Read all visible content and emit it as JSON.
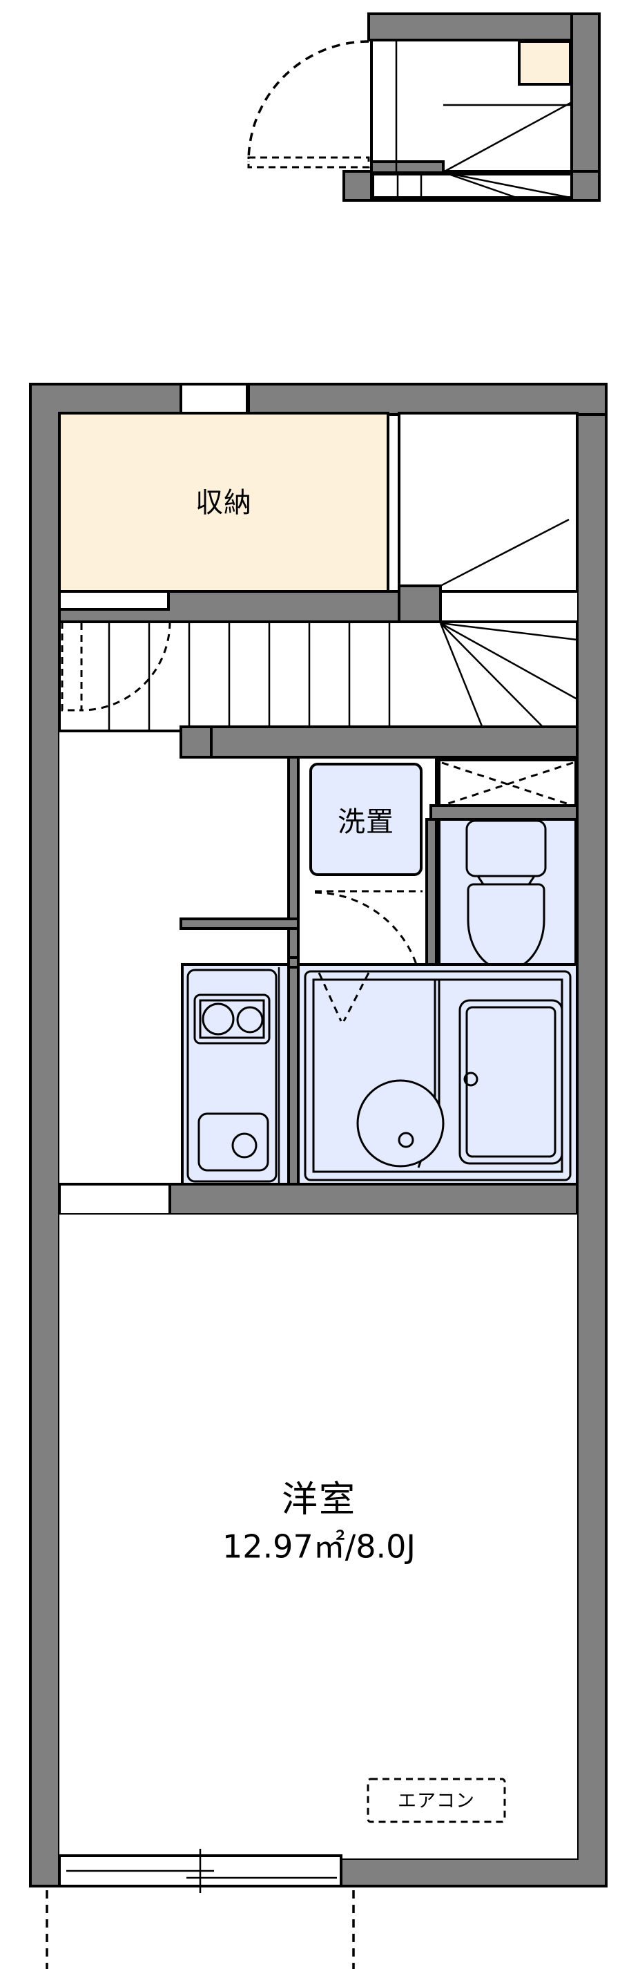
{
  "plan": {
    "type": "residential-floor-plan",
    "title_absent": true,
    "colors": {
      "wall": "#808080",
      "wall_outline": "#000000",
      "storage_fill": "#fdf1dc",
      "fixture_fill": "#e4ebfe",
      "room_fill": "#ffffff",
      "background": "#ffffff"
    },
    "labels": {
      "storage": "収納",
      "laundry": "洗置",
      "main_room": "洋室",
      "main_room_area": "12.97㎡/8.0J",
      "air_conditioner": "エアコン"
    },
    "rooms": [
      {
        "key": "storage",
        "name": "収納",
        "fill": "#fdf1dc"
      },
      {
        "key": "laundry",
        "name": "洗置",
        "fill": "#e4ebfe"
      },
      {
        "key": "main_room",
        "name": "洋室",
        "area": "12.97㎡/8.0J",
        "fill": "#ffffff"
      }
    ],
    "fixtures": [
      {
        "key": "stairs-upper",
        "name": "winder-staircase-upper"
      },
      {
        "key": "stairs-lower",
        "name": "straight-staircase-lower"
      },
      {
        "key": "toilet",
        "name": "toilet"
      },
      {
        "key": "kitchen",
        "name": "kitchen-counter"
      },
      {
        "key": "stove",
        "name": "two-burner-stove"
      },
      {
        "key": "sink",
        "name": "kitchen-sink"
      },
      {
        "key": "unit-bath",
        "name": "unit-bath"
      },
      {
        "key": "bathtub",
        "name": "bathtub"
      },
      {
        "key": "washbasin",
        "name": "round-washbasin"
      },
      {
        "key": "washer-space",
        "name": "washing-machine-space"
      },
      {
        "key": "ac-marker",
        "name": "air-conditioner-marker"
      },
      {
        "key": "balcony-window",
        "name": "sliding-window"
      },
      {
        "key": "entrance-door",
        "name": "entrance-door"
      }
    ]
  }
}
